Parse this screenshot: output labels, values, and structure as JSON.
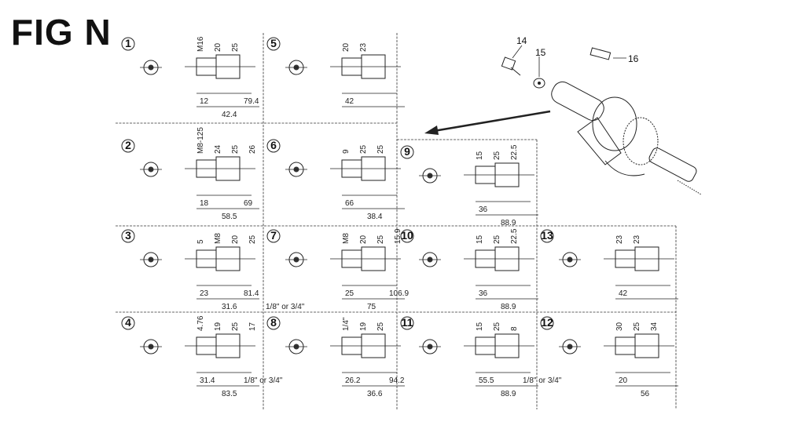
{
  "title": "FIG N",
  "callouts": [
    {
      "id": "p14",
      "text": "14"
    },
    {
      "id": "p15",
      "text": "15"
    },
    {
      "id": "p16",
      "text": "16"
    }
  ],
  "variants": [
    {
      "label": "1",
      "dims": [
        "M16",
        "20",
        "25",
        "12",
        "42.4",
        "79.4"
      ]
    },
    {
      "label": "2",
      "dims": [
        "M8-125",
        "24",
        "25",
        "26",
        "18",
        "58.5",
        "69"
      ]
    },
    {
      "label": "3",
      "dims": [
        "5",
        "M8",
        "20",
        "25",
        "23",
        "31.6",
        "81.4",
        "1/8\" or 3/4\""
      ]
    },
    {
      "label": "4",
      "dims": [
        "4.76",
        "19",
        "25",
        "17",
        "31.4",
        "83.5",
        "1/8\" or 3/4\""
      ]
    },
    {
      "label": "5",
      "dims": [
        "20",
        "23",
        "42"
      ]
    },
    {
      "label": "6",
      "dims": [
        "9",
        "25",
        "25",
        "66",
        "38.4"
      ]
    },
    {
      "label": "7",
      "dims": [
        "M8",
        "20",
        "25",
        "15.9",
        "25",
        "75",
        "106.9"
      ]
    },
    {
      "label": "8",
      "dims": [
        "1/4\"",
        "19",
        "25",
        "26.2",
        "36.6",
        "94.2"
      ]
    },
    {
      "label": "9",
      "dims": [
        "15",
        "25",
        "22.5",
        "36",
        "88.9"
      ]
    },
    {
      "label": "10",
      "dims": [
        "15",
        "25",
        "22.5",
        "36",
        "88.9"
      ]
    },
    {
      "label": "11",
      "dims": [
        "15",
        "25",
        "8",
        "55.5",
        "88.9",
        "1/8\" or 3/4\""
      ]
    },
    {
      "label": "12",
      "dims": [
        "30",
        "25",
        "34",
        "20",
        "56"
      ]
    },
    {
      "label": "13",
      "dims": [
        "23",
        "23",
        "42"
      ]
    }
  ]
}
